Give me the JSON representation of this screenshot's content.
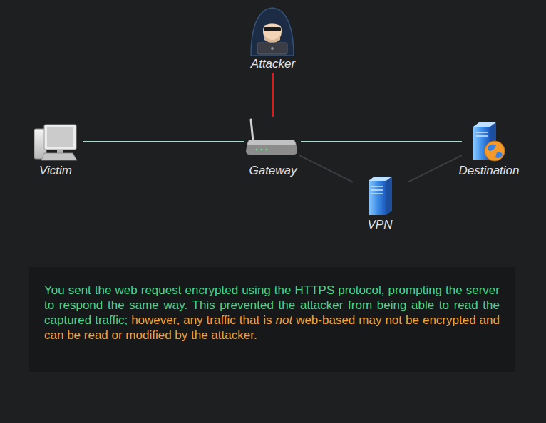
{
  "diagram": {
    "nodes": [
      {
        "text": [
          "Attacker"
        ]
      },
      {
        "text": [
          "Victim"
        ]
      },
      {
        "text": [
          "Gateway"
        ]
      },
      {
        "text": [
          "Destination"
        ]
      },
      {
        "text": [
          "VPN"
        ]
      }
    ],
    "edges": [
      {
        "from": 0,
        "to": 2,
        "arrow": "none"
      },
      {
        "from": 1,
        "to": 2,
        "arrow": "none"
      },
      {
        "from": 2,
        "to": 3,
        "arrow": "none"
      },
      {
        "from": 2,
        "to": 4,
        "arrow": "none"
      },
      {
        "from": 4,
        "to": 3,
        "arrow": "none"
      }
    ],
    "labels": [
      "You sent the web request encrypted using the HTTPS protocol, prompting the server to respond the same way. This prevented the attacker from being able to read the captured traffic;",
      "however, any traffic that is",
      "not",
      "web-based may not be encrypted and can be read or modified by the attacker."
    ]
  }
}
